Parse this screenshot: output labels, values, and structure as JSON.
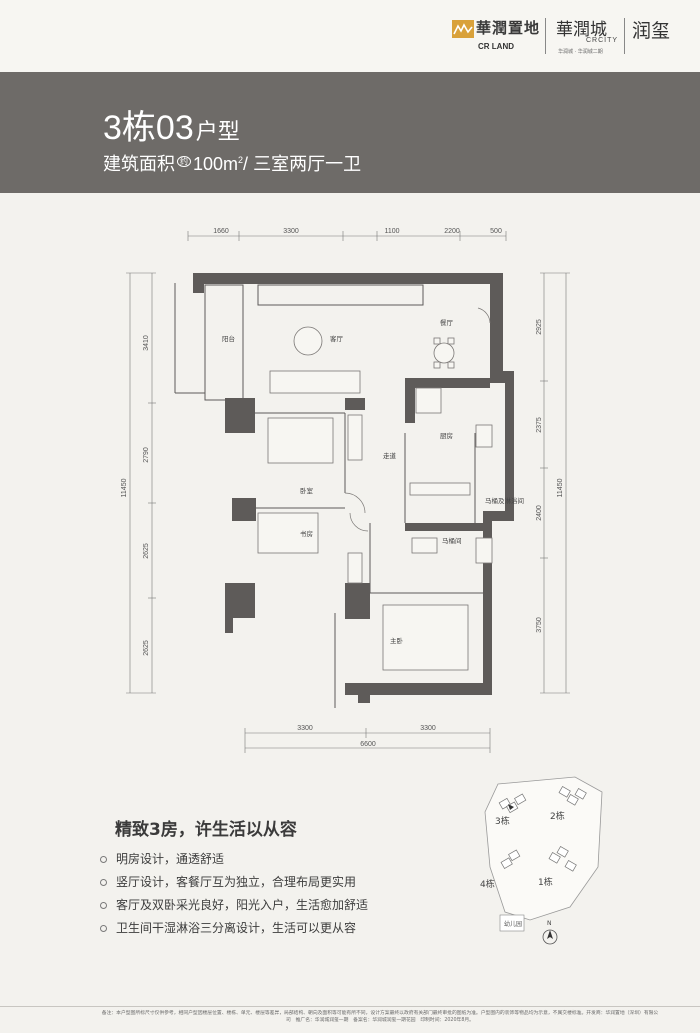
{
  "brand": {
    "developer_name": "華潤置地",
    "developer_en": "CR LAND",
    "project_name": "華潤城",
    "project_en": "CRCITY",
    "project_tagline": "华润城 · 华润城二期",
    "product_name": "润玺",
    "accent_color": "#d9a13a"
  },
  "unit": {
    "title_number": "3栋03",
    "title_suffix": "户型",
    "area_label": "建筑面积",
    "area_prefix": "约",
    "area_value": "100m",
    "area_sup": "2",
    "area_sep": "/",
    "layout": "三室两厅一卫"
  },
  "plan": {
    "top_dims": [
      "1660",
      "3300",
      "1100",
      "2200",
      "500"
    ],
    "bottom_dims": [
      "3300",
      "3300"
    ],
    "bottom_total": "6600",
    "left_dims": [
      "3410",
      "2790",
      "2625",
      "2625"
    ],
    "left_total": "11450",
    "right_dims": [
      "2925",
      "2375",
      "2400",
      "3750"
    ],
    "right_total": "11450",
    "rooms": {
      "balcony": "阳台",
      "living": "客厅",
      "dining": "餐厅",
      "kitchen": "厨房",
      "corridor": "走道",
      "bedroom": "卧室",
      "study": "书房",
      "master": "主卧",
      "bath_dry": "马桶及淋浴间",
      "toilet": "马桶间"
    },
    "wall_color": "#5e5b59"
  },
  "slogan": "精致3房，许生活以从容",
  "features": [
    "明房设计，通透舒适",
    "竖厅设计，客餐厅互为独立，合理布局更实用",
    "客厅及双卧采光良好，阳光入户，生活愈加舒适",
    "卫生间干湿淋浴三分离设计，生活可以更从容"
  ],
  "site_plan": {
    "buildings": [
      "3栋",
      "2栋",
      "4栋",
      "1栋"
    ],
    "kindergarten": "幼儿园",
    "north": "N"
  },
  "disclaimer": "备注：本户型图所标尺寸仅供参考，相同户型因楼层位置、楼栋、单元、楼层等差异，局部结构、朝向及面积等可能有所不同，设计方案最终以政府有关部门最终审批的图纸为准。户型图内的装饰等物品均为示意，不属交楼标准。开发商：华润置地（深圳）有限公司　推广名：华润城润玺一期　备案名：华润城润玺一期花园　印制时间：2020年8月。"
}
